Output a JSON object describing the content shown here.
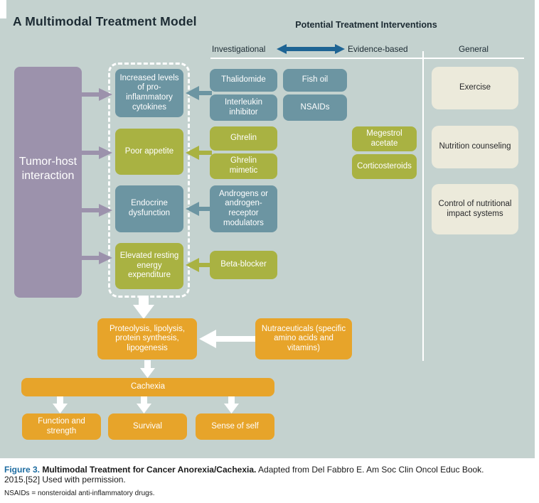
{
  "title": "A Multimodal Treatment Model",
  "header": {
    "interventions_title": "Potential Treatment Interventions",
    "col_investigational": "Investigational",
    "col_evidence_based": "Evidence-based",
    "col_general": "General"
  },
  "tumor_host_label": "Tumor-host interaction",
  "mechanisms": {
    "cytokines": "Increased levels of pro-inflammatory cytokines",
    "appetite": "Poor appetite",
    "endocrine": "Endocrine dysfunction",
    "energy": "Elevated resting energy expenditure"
  },
  "treatments": {
    "thalidomide": "Thalidomide",
    "interleukin": "Interleukin inhibitor",
    "fish_oil": "Fish oil",
    "nsaids": "NSAIDs",
    "ghrelin": "Ghrelin",
    "ghrelin_mimetic": "Ghrelin mimetic",
    "megestrol": "Megestrol acetate",
    "corticosteroids": "Corticosteroids",
    "androgens": "Androgens or androgen-receptor modulators",
    "beta_blocker": "Beta-blocker"
  },
  "general_interventions": {
    "exercise": "Exercise",
    "nutrition": "Nutrition counseling",
    "control": "Control of nutritional impact systems"
  },
  "downstream": {
    "proteolysis": "Proteolysis, lipolysis, protein synthesis, lipogenesis",
    "nutraceuticals": "Nutraceuticals (specific amino acids and vitamins)",
    "cachexia": "Cachexia",
    "function_strength": "Function and strength",
    "survival": "Survival",
    "sense_of_self": "Sense of self"
  },
  "caption": {
    "figure_label": "Figure 3.",
    "bold_text": "Multimodal Treatment for Cancer Anorexia/Cachexia.",
    "text": "Adapted from Del Fabbro E. Am Soc Clin Oncol Educ Book. 2015.[52] Used with permission.",
    "footnote": "NSAIDs = nonsteroidal anti-inflammatory drugs."
  },
  "colors": {
    "background": "#c4d2cf",
    "purple": "#9c92ac",
    "teal": "#6c95a2",
    "olive": "#a9b242",
    "cream": "#eceadb",
    "orange": "#e7a42a",
    "arrow_blue": "#1e6494",
    "figure_label_blue": "#1c6ba0",
    "white": "#ffffff"
  }
}
